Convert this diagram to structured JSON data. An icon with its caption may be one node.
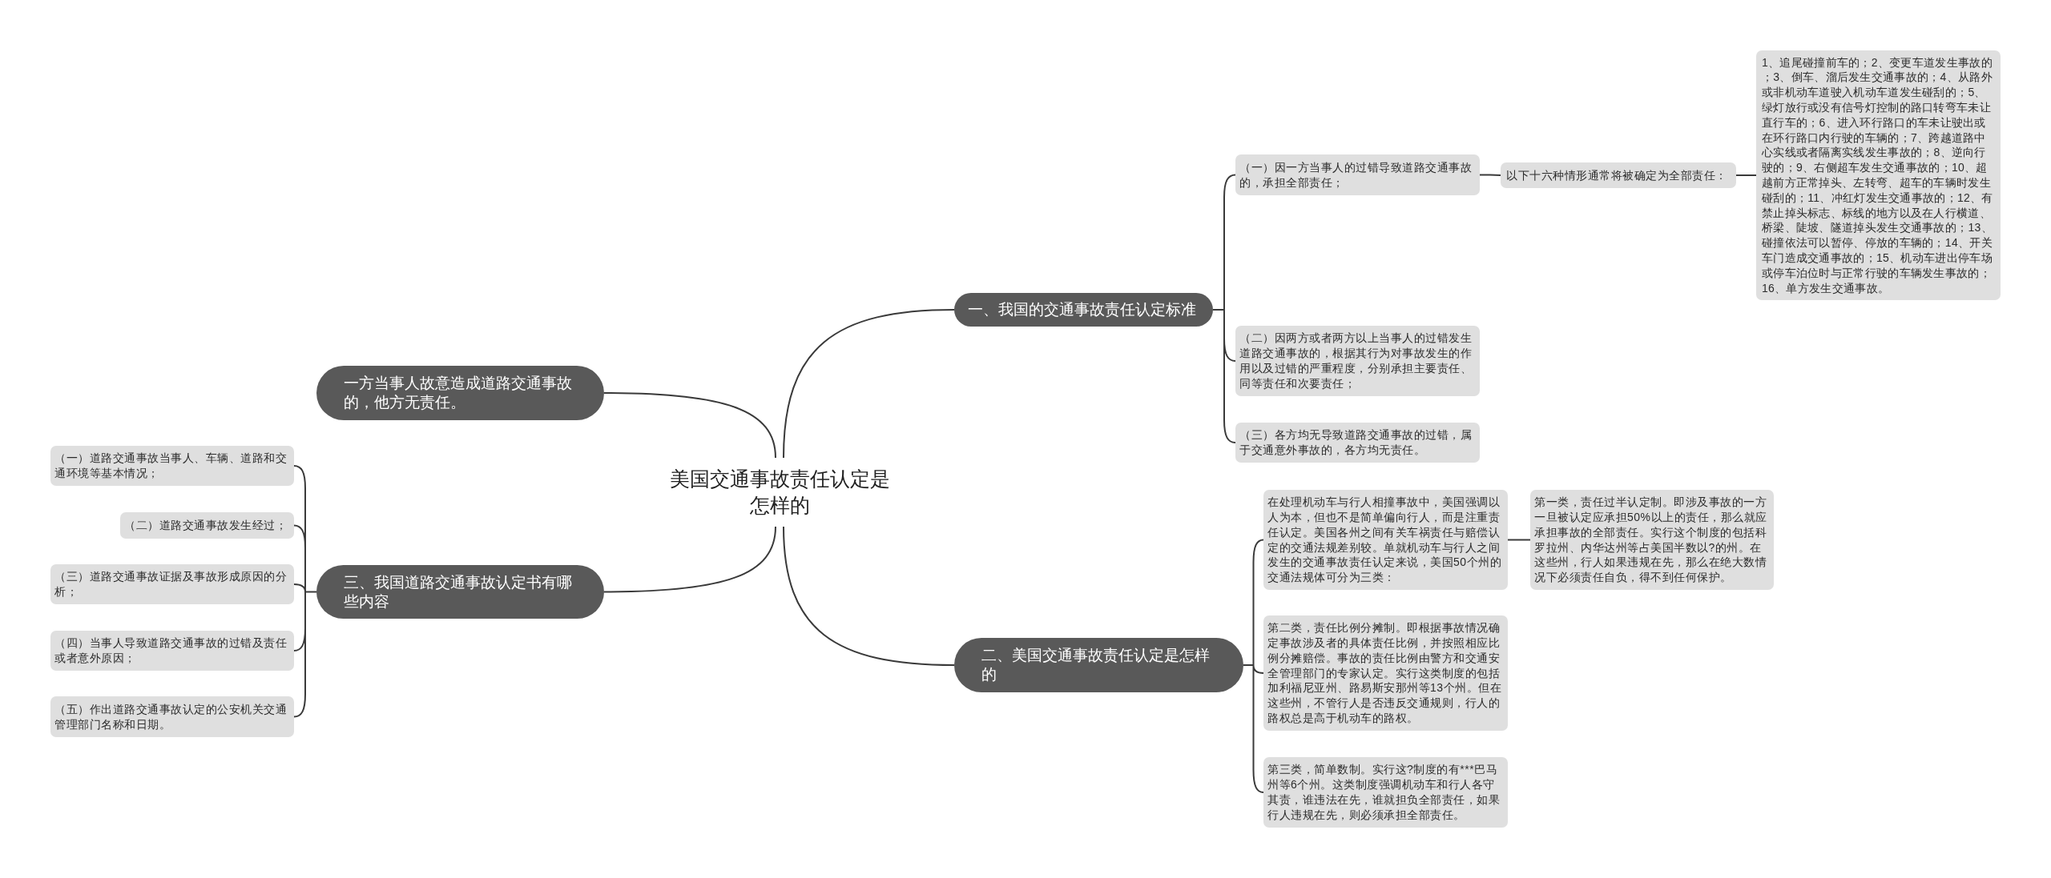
{
  "diagram": {
    "nodes": [
      {
        "text": [
          "美国交通事故责任认定是怎样的"
        ]
      },
      {
        "text": [
          "一、我国的交通事故责任认定标准"
        ]
      },
      {
        "text": [
          "（一）因一方当事人的过错导致道路交通事故的，承担全部责任；"
        ]
      },
      {
        "text": [
          "以下十六种情形通常将被确定为全部责任："
        ]
      },
      {
        "text": [
          "1、追尾碰撞前车的；2、变更车道发生事故的；3、倒车、溜后发生交通事故的；4、从路外或非机动车道驶入机动车道发生碰刮的；5、绿灯放行或没有信号灯控制的路口转弯车未让直行车的；6、进入环行路口的车未让驶出或在环行路口内行驶的车辆的；7、跨越道路中心实线或者隔离实线发生事故的；8、逆向行驶的；9、右侧超车发生交通事故的；10、超越前方正常掉头、左转弯、超车的车辆时发生碰刮的；11、冲红灯发生交通事故的；12、有禁止掉头标志、标线的地方以及在人行横道、桥梁、陡坡、隧道掉头发生交通事故的；13、碰撞依法可以暂停、停放的车辆的；14、开关车门造成交通事故的；15、机动车进出停车场或停车泊位时与正常行驶的车辆发生事故的；16、单方发生交通事故。"
        ]
      },
      {
        "text": [
          "（二）因两方或者两方以上当事人的过错发生道路交通事故的，根据其行为对事故发生的作用以及过错的严重程度，分别承担主要责任、同等责任和次要责任；"
        ]
      },
      {
        "text": [
          "（三）各方均无导致道路交通事故的过错，属于交通意外事故的，各方均无责任。"
        ]
      },
      {
        "text": [
          "二、美国交通事故责任认定是怎样的"
        ]
      },
      {
        "text": [
          "在处理机动车与行人相撞事故中，美国强调以人为本，但也不是简单偏向行人，而是注重责任认定。美国各州之间有关车祸责任与赔偿认定的交通法规差别较。单就机动车与行人之间发生的交通事故责任认定来说，美国50个州的交通法规体可分为三类："
        ]
      },
      {
        "text": [
          "第一类，责任过半认定制。即涉及事故的一方一旦被认定应承担50%以上的责任，那么就应承担事故的全部责任。实行这个制度的包括科罗拉州、内华达州等占美国半数以?的州。在这些州，行人如果违规在先，那么在绝大数情况下必须责任自负，得不到任何保护。"
        ]
      },
      {
        "text": [
          "第二类，责任比例分摊制。即根据事故情况确定事故涉及者的具体责任比例，并按照相应比例分摊赔偿。事故的责任比例由警方和交通安全管理部门的专家认定。实行这类制度的包括加利福尼亚州、路易斯安那州等13个州。但在这些州，不管行人是否违反交通规则，行人的路权总是高于机动车的路权。"
        ]
      },
      {
        "text": [
          "第三类，简单数制。实行这?制度的有***巴马州等6个州。这类制度强调机动车和行人各守其责，谁违法在先，谁就担负全部责任，如果行人违规在先，则必须承担全部责任。"
        ]
      },
      {
        "text": [
          "一方当事人故意造成道路交通事故的，他方无责任。"
        ]
      },
      {
        "text": [
          "三、我国道路交通事故认定书有哪些内容"
        ]
      },
      {
        "text": [
          "（一）道路交通事故当事人、车辆、道路和交通环境等基本情况；"
        ]
      },
      {
        "text": [
          "（二）道路交通事故发生经过；"
        ]
      },
      {
        "text": [
          "（三）道路交通事故证据及事故形成原因的分析；"
        ]
      },
      {
        "text": [
          "（四）当事人导致道路交通事故的过错及责任或者意外原因；"
        ]
      },
      {
        "text": [
          "（五）作出道路交通事故认定的公安机关交通管理部门名称和日期。"
        ]
      }
    ],
    "edges": [
      {
        "from": 0,
        "to": 1,
        "arrow": "none"
      },
      {
        "from": 1,
        "to": 2,
        "arrow": "none"
      },
      {
        "from": 2,
        "to": 3,
        "arrow": "none"
      },
      {
        "from": 3,
        "to": 4,
        "arrow": "none"
      },
      {
        "from": 1,
        "to": 5,
        "arrow": "none"
      },
      {
        "from": 1,
        "to": 6,
        "arrow": "none"
      },
      {
        "from": 0,
        "to": 7,
        "arrow": "none"
      },
      {
        "from": 7,
        "to": 8,
        "arrow": "none"
      },
      {
        "from": 8,
        "to": 9,
        "arrow": "none"
      },
      {
        "from": 7,
        "to": 10,
        "arrow": "none"
      },
      {
        "from": 7,
        "to": 11,
        "arrow": "none"
      },
      {
        "from": 0,
        "to": 12,
        "arrow": "none"
      },
      {
        "from": 0,
        "to": 13,
        "arrow": "none"
      },
      {
        "from": 13,
        "to": 14,
        "arrow": "none"
      },
      {
        "from": 13,
        "to": 15,
        "arrow": "none"
      },
      {
        "from": 13,
        "to": 16,
        "arrow": "none"
      },
      {
        "from": 13,
        "to": 17,
        "arrow": "none"
      },
      {
        "from": 13,
        "to": 18,
        "arrow": "none"
      }
    ]
  }
}
